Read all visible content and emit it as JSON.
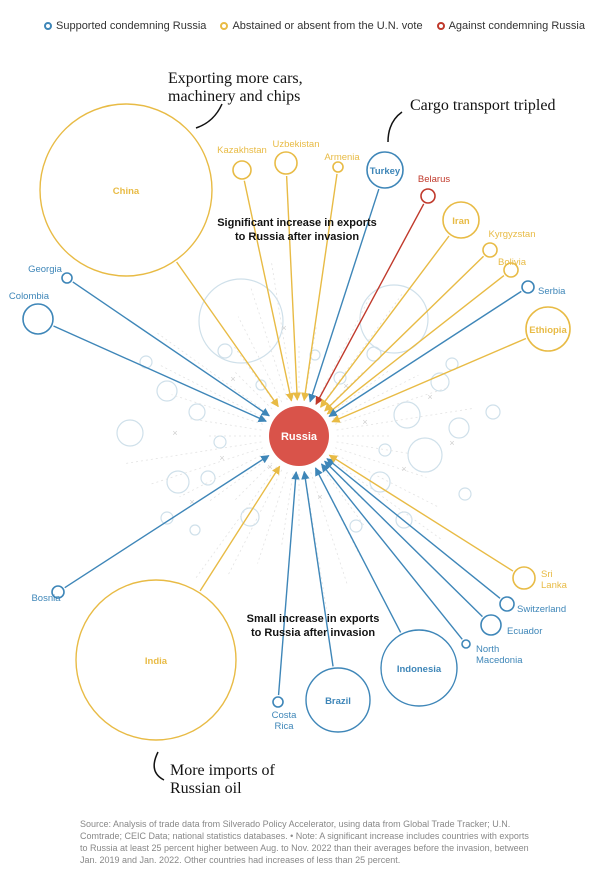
{
  "colors": {
    "supported": "#3e86b8",
    "abstained": "#e8bb45",
    "against": "#c0392b",
    "russia_fill": "#d9534a"
  },
  "legend": {
    "supported": "Supported condemning Russia",
    "abstained": "Abstained or absent from the U.N. vote",
    "against": "Against condemning Russia"
  },
  "center": {
    "label": "Russia"
  },
  "sections": {
    "significant": "Significant increase in exports to Russia after invasion",
    "small": "Small increase in exports to Russia after invasion"
  },
  "annotations": {
    "china": "Exporting more cars, machinery and chips",
    "turkey": "Cargo transport tripled",
    "india": "More imports of Russian oil"
  },
  "countries": [
    {
      "id": "china",
      "name": "China",
      "status": "abstained",
      "group": "significant"
    },
    {
      "id": "kazakhstan",
      "name": "Kazakhstan",
      "status": "abstained",
      "group": "significant"
    },
    {
      "id": "uzbekistan",
      "name": "Uzbekistan",
      "status": "abstained",
      "group": "significant"
    },
    {
      "id": "armenia",
      "name": "Armenia",
      "status": "abstained",
      "group": "significant"
    },
    {
      "id": "turkey",
      "name": "Turkey",
      "status": "supported",
      "group": "significant"
    },
    {
      "id": "belarus",
      "name": "Belarus",
      "status": "against",
      "group": "significant"
    },
    {
      "id": "iran",
      "name": "Iran",
      "status": "abstained",
      "group": "significant"
    },
    {
      "id": "kyrgyzstan",
      "name": "Kyrgyzstan",
      "status": "abstained",
      "group": "significant"
    },
    {
      "id": "bolivia",
      "name": "Bolivia",
      "status": "abstained",
      "group": "significant"
    },
    {
      "id": "serbia",
      "name": "Serbia",
      "status": "supported",
      "group": "significant"
    },
    {
      "id": "ethiopia",
      "name": "Ethiopia",
      "status": "abstained",
      "group": "significant"
    },
    {
      "id": "georgia",
      "name": "Georgia",
      "status": "supported",
      "group": "significant"
    },
    {
      "id": "colombia",
      "name": "Colombia",
      "status": "supported",
      "group": "significant"
    },
    {
      "id": "bosnia",
      "name": "Bosnia",
      "status": "supported",
      "group": "small"
    },
    {
      "id": "india",
      "name": "India",
      "status": "abstained",
      "group": "small"
    },
    {
      "id": "costa-rica",
      "name": "Costa Rica",
      "status": "supported",
      "group": "small"
    },
    {
      "id": "brazil",
      "name": "Brazil",
      "status": "supported",
      "group": "small"
    },
    {
      "id": "indonesia",
      "name": "Indonesia",
      "status": "supported",
      "group": "small"
    },
    {
      "id": "north-macedonia",
      "name": "North Macedonia",
      "status": "supported",
      "group": "small"
    },
    {
      "id": "ecuador",
      "name": "Ecuador",
      "status": "supported",
      "group": "small"
    },
    {
      "id": "switzerland",
      "name": "Switzerland",
      "status": "supported",
      "group": "small"
    },
    {
      "id": "sri-lanka",
      "name": "Sri Lanka",
      "status": "abstained",
      "group": "small"
    }
  ],
  "source": "Source: Analysis of trade data from Silverado Policy Accelerator, using data from Global Trade Tracker; U.N. Comtrade; CEIC Data; national statistics databases. • Note: A significant increase includes countries with exports to Russia at least 25 percent higher between Aug. to Nov. 2022 than their averages before the invasion, between Jan. 2019 and Jan. 2022. Other countries had increases of less than 25 percent."
}
